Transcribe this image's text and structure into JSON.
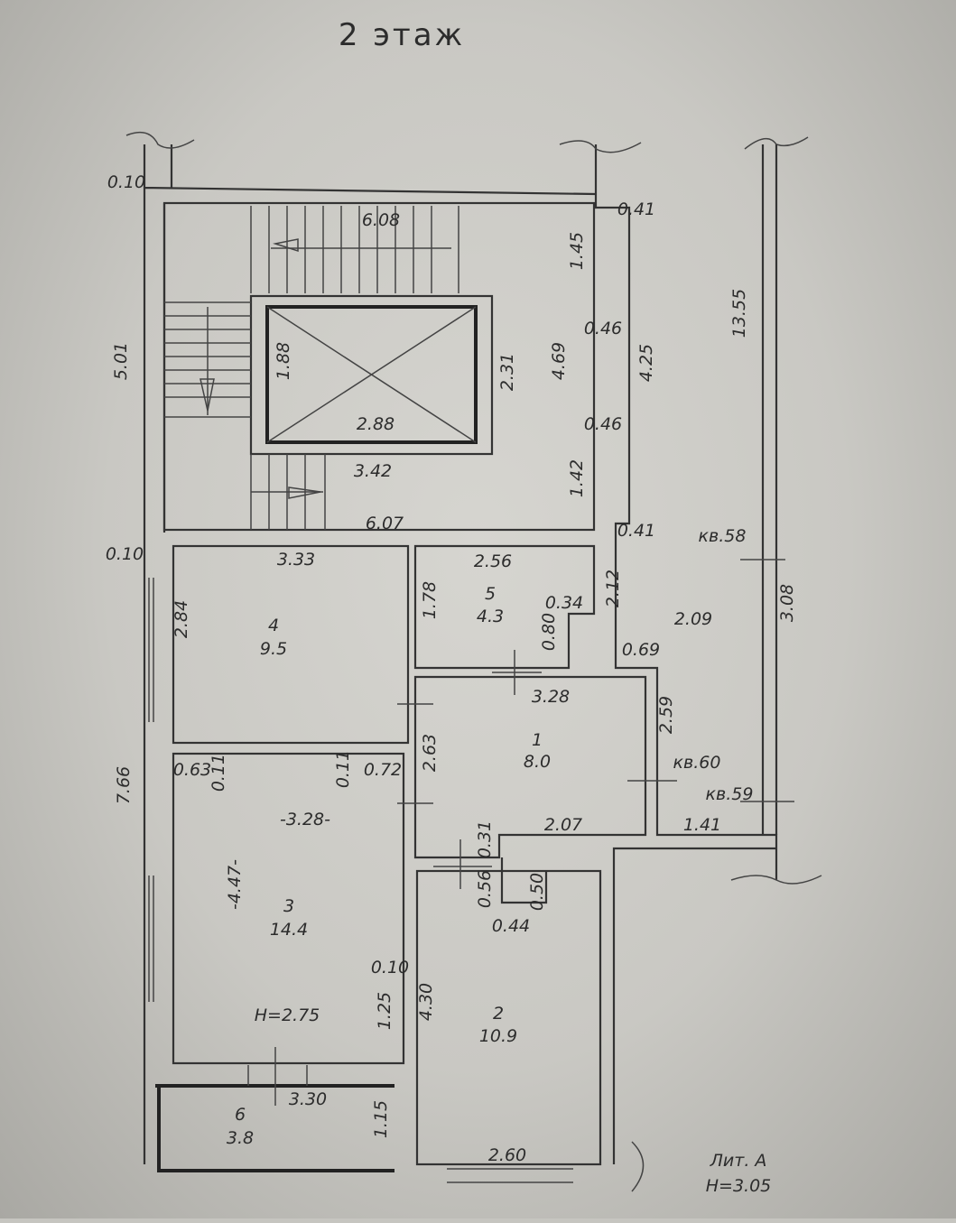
{
  "title": "2 этаж",
  "footer": {
    "lit": "Лит. А",
    "height": "Н=3.05"
  },
  "rooms": [
    {
      "number": "1",
      "area": "8.0"
    },
    {
      "number": "2",
      "area": "10.9"
    },
    {
      "number": "3",
      "area": "14.4"
    },
    {
      "number": "4",
      "area": "9.5"
    },
    {
      "number": "5",
      "area": "4.3"
    },
    {
      "number": "6",
      "area": "3.8"
    }
  ],
  "apartments": [
    "кв.58",
    "кв.60",
    "кв.59"
  ],
  "ceiling_height": "Н=2.75",
  "dimensions": [
    "0.10",
    "6.08",
    "0.41",
    "1.45",
    "13.55",
    "5.01",
    "1.88",
    "2.31",
    "4.69",
    "0.46",
    "4.25",
    "0.46",
    "2.88",
    "3.42",
    "1.42",
    "6.07",
    "0.41",
    "0.10",
    "3.33",
    "2.56",
    "1.78",
    "0.34",
    "2.12",
    "2.09",
    "3.08",
    "2.84",
    "0.80",
    "0.69",
    "3.28",
    "2.59",
    "2.63",
    "0.63",
    "0.11",
    "0.11",
    "0.72",
    "7.66",
    "-3.28-",
    "2.07",
    "0.31",
    "1.41",
    "-4.47-",
    "0.56",
    "0.50",
    "0.44",
    "0.10",
    "4.30",
    "1.25",
    "3.30",
    "1.15",
    "2.60"
  ]
}
